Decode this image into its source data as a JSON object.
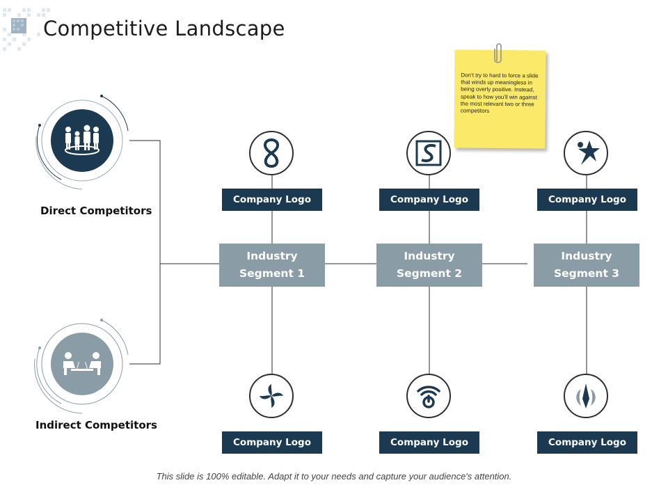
{
  "title": "Competitive Landscape",
  "groups": {
    "direct": {
      "label": "Direct Competitors",
      "icon": "team-meeting-icon"
    },
    "indirect": {
      "label": "Indirect Competitors",
      "icon": "people-at-desk-icon"
    }
  },
  "segments": [
    {
      "label_line1": "Industry",
      "label_line2": "Segment 1"
    },
    {
      "label_line1": "Industry",
      "label_line2": "Segment 2"
    },
    {
      "label_line1": "Industry",
      "label_line2": "Segment 3"
    }
  ],
  "top_logos": [
    {
      "label": "Company Logo",
      "icon": "infinity-loop-icon"
    },
    {
      "label": "Company Logo",
      "icon": "square-s-icon"
    },
    {
      "label": "Company Logo",
      "icon": "star-figure-icon"
    }
  ],
  "bottom_logos": [
    {
      "label": "Company Logo",
      "icon": "pinwheel-icon"
    },
    {
      "label": "Company Logo",
      "icon": "power-wifi-icon"
    },
    {
      "label": "Company Logo",
      "icon": "arrow-wings-icon"
    }
  ],
  "sticky_note": {
    "text": "Don’t try to hard to force a slide that winds up meaningless in being overly positive. Instead, speak to how you’ll win against the most relevant two or three competitors"
  },
  "footer": "This slide is 100% editable. Adapt it to your needs and capture your audience's attention.",
  "colors": {
    "dark_navy": "#1b3a52",
    "slate_gray": "#8a9ca5",
    "sticky_yellow": "#fbe96a"
  }
}
